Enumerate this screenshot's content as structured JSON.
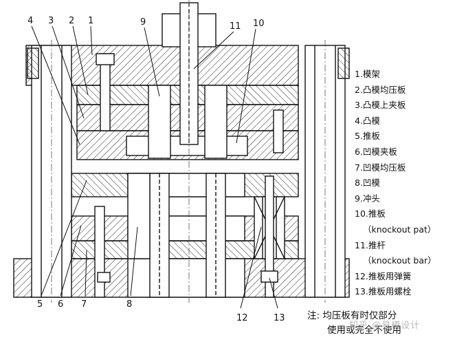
{
  "callouts_top": [
    "4",
    "3",
    "2",
    "1",
    "9",
    "11",
    "10"
  ],
  "callouts_bottom": [
    "5",
    "6",
    "7",
    "8",
    "12",
    "13"
  ],
  "legend": [
    "1.模架",
    "2.凸模均压板",
    "3.凸模上夹板",
    "4.凸模",
    "5.推板",
    "6.凹模夹板",
    "7.凹模均压板",
    "8.凹模",
    "9.冲头",
    "10.推板",
    "（knockout pat）",
    "11.推杆",
    "（knockout bar）",
    "12.推板用弹簧",
    "13.推板用螺栓"
  ],
  "note": {
    "prefix": "注:",
    "line1": "均压板有时仅部分",
    "line2": "使用或完全不使用"
  },
  "watermark": "知乎 @易模设计"
}
